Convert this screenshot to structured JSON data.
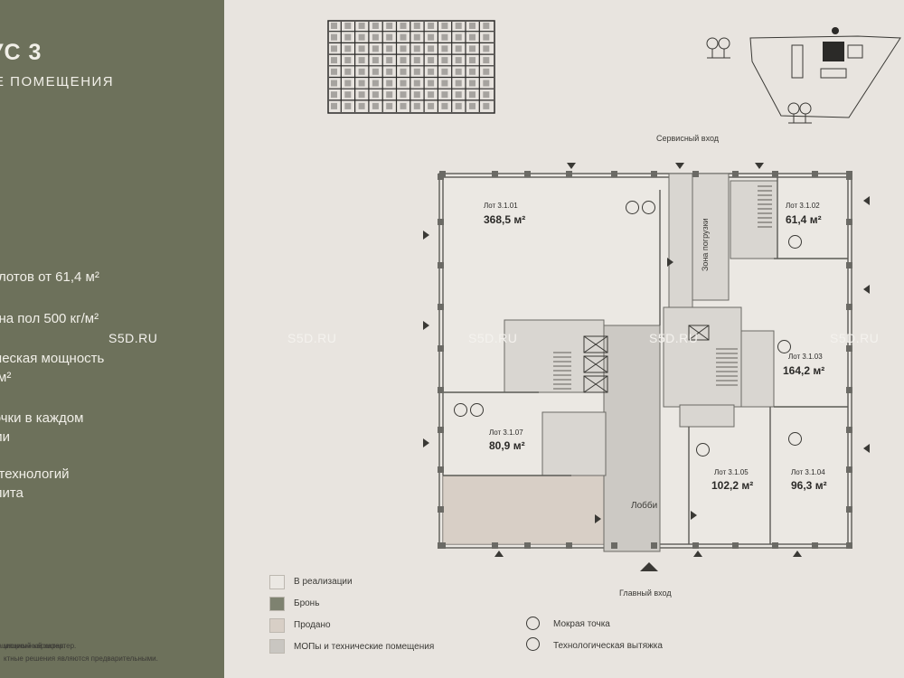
{
  "sidebar": {
    "title": "УС 3",
    "subtitle": "Е ПОМЕЩЕНИЯ",
    "features": [
      "ь лотов от 61,4 м²",
      "а на пол 500 кг/м²",
      "ическая мощность\nт/м²",
      "точки в каждом\nнии",
      "е технологий\nепита"
    ],
    "footnotes": [
      "мационный характер.",
      "ктные решения являются предварительными."
    ]
  },
  "watermarks": [
    "S5D.RU",
    "S5D.RU",
    "S5D.RU",
    "S5D.RU",
    "S5D.RU"
  ],
  "plan": {
    "service_entrance": "Сервисный вход",
    "main_entrance": "Главный вход",
    "loading_zone": "Зона погрузки",
    "lobby": "Лобби",
    "lots": [
      {
        "name": "Лот 3.1.01",
        "area": "368,5 м²"
      },
      {
        "name": "Лот 3.1.02",
        "area": "61,4 м²"
      },
      {
        "name": "Лот 3.1.03",
        "area": "164,2 м²"
      },
      {
        "name": "Лот 3.1.07",
        "area": "80,9 м²"
      },
      {
        "name": "Лот 3.1.05",
        "area": "102,2 м²"
      },
      {
        "name": "Лот 3.1.04",
        "area": "96,3 м²"
      }
    ]
  },
  "legend": {
    "items": [
      {
        "label": "В реализации",
        "color": "#ebe8e3"
      },
      {
        "label": "Бронь",
        "color": "#7e8270"
      },
      {
        "label": "Продано",
        "color": "#d8cfc6"
      },
      {
        "label": "МОПы и технические помещения",
        "color": "#c9c6c1"
      }
    ],
    "symbols": [
      {
        "label": "Мокрая точка",
        "icon": "water-drop-icon"
      },
      {
        "label": "Технологическая вытяжка",
        "icon": "ventilation-icon"
      }
    ]
  }
}
